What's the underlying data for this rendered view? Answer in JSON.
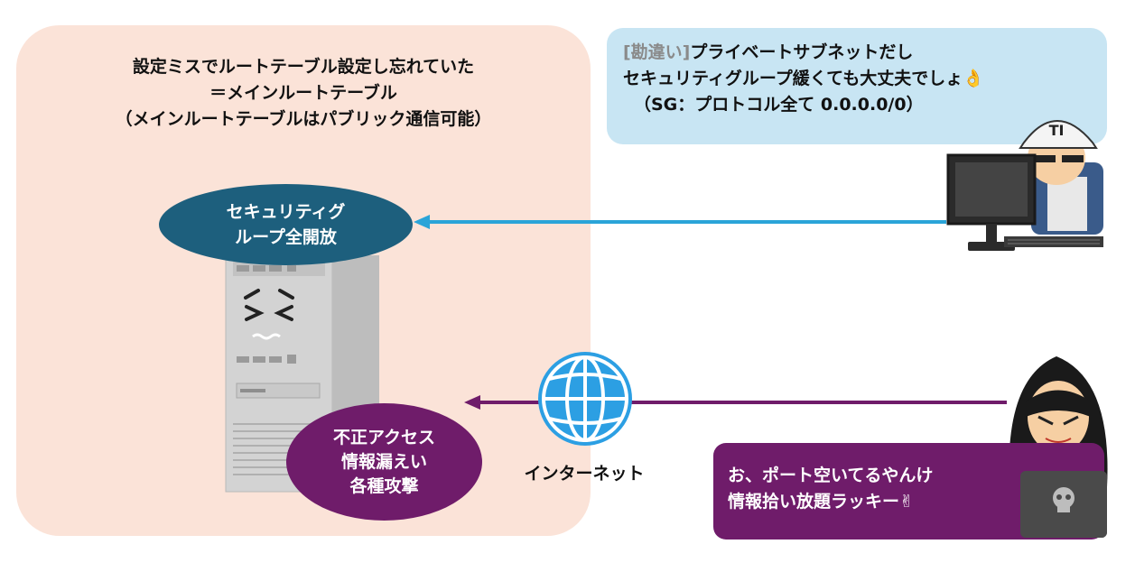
{
  "panel": {
    "line1": "設定ミスでルートテーブル設定し忘れていた",
    "line2": "＝メインルートテーブル",
    "line3": "（メインルートテーブルはパブリック通信可能）"
  },
  "engineer_speech": {
    "tag": "[勘違い]",
    "line1": "プライベートサブネットだし",
    "line2": "セキュリティグループ緩くても大丈夫でしょ",
    "line2_emoji": "👌",
    "line3": "（SG：プロトコル全て 0.0.0.0/0）"
  },
  "engineer_helmet_text": "TI",
  "security_group": {
    "line1": "セキュリティグ",
    "line2": "ループ全開放"
  },
  "attack": {
    "line1": "不正アクセス",
    "line2": "情報漏えい",
    "line3": "各種攻撃"
  },
  "internet_label": "インターネット",
  "hacker_speech": {
    "line1": "お、ポート空いてるやんけ",
    "line2": "情報拾い放題ラッキー",
    "line2_emoji": "✌"
  },
  "colors": {
    "panel_bg": "#fbe3d8",
    "speech_bg": "#c8e5f3",
    "sg_ellipse": "#1d5f7d",
    "attack_purple": "#6f1c6a",
    "arrow_blue": "#2aa4d8",
    "arrow_purple": "#6f1c6a",
    "globe_blue": "#2c9fe3"
  },
  "icons": [
    "server-icon",
    "engineer-icon",
    "globe-icon",
    "hacker-icon",
    "skull-icon"
  ]
}
